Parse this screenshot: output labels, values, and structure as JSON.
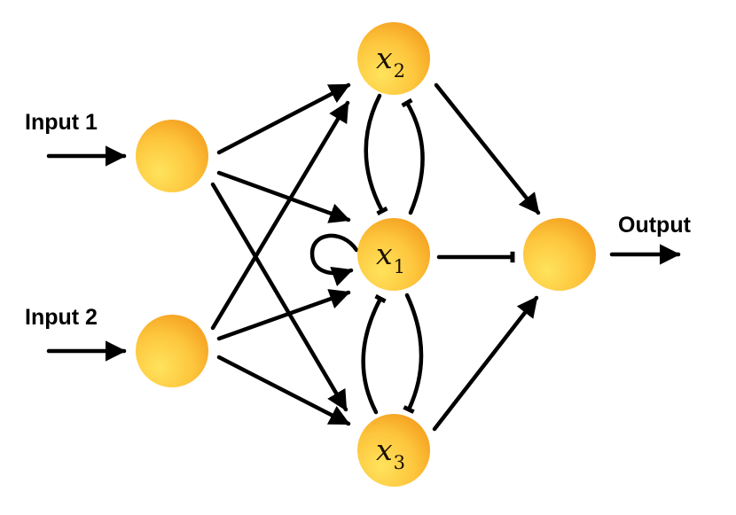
{
  "labels": {
    "input1": "Input 1",
    "input2": "Input 2",
    "output": "Output"
  },
  "nodes": {
    "x2": {
      "var": "x",
      "sub": "2"
    },
    "x1": {
      "var": "x",
      "sub": "1"
    },
    "x3": {
      "var": "x",
      "sub": "3"
    }
  },
  "colors": {
    "node_light": "#ffe25a",
    "node_dark": "#f6a21e",
    "edge": "#000000"
  }
}
